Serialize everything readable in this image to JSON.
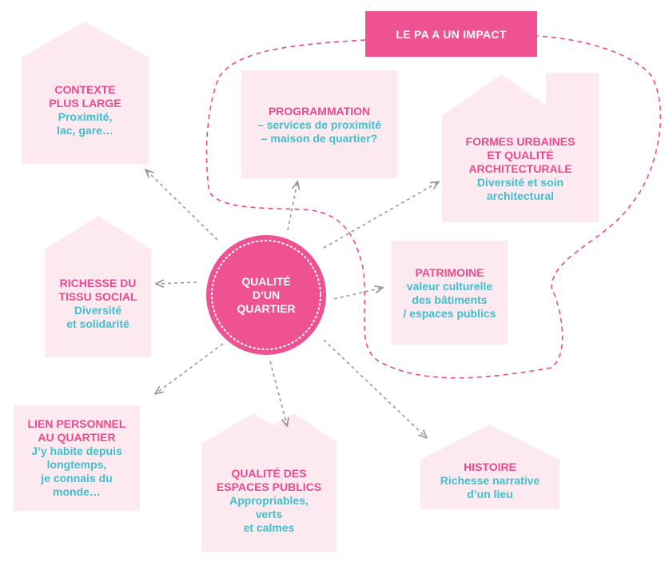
{
  "impact_label": "LE PA A UN IMPACT",
  "center": {
    "label": "QUALITÉ\nD’UN\nQUARTIER"
  },
  "nodes": {
    "contexte": {
      "title": "CONTEXTE\nPLUS LARGE",
      "subtitle": "Proximité,\nlac, gare…"
    },
    "programmation": {
      "title": "PROGRAMMATION",
      "subtitle": "– services de proximité\n– maison de quartier?"
    },
    "formes": {
      "title": "FORMES URBAINES\nET QUALITÉ\nARCHITECTURALE",
      "subtitle": "Diversité et soin\narchitectural"
    },
    "patrimoine": {
      "title": "PATRIMOINE",
      "subtitle": "valeur culturelle\ndes bâtiments\n/ espaces publics"
    },
    "richesse": {
      "title": "RICHESSE DU\nTISSU SOCIAL",
      "subtitle": "Diversité\net solidarité"
    },
    "lien": {
      "title": "LIEN PERSONNEL\nAU QUARTIER",
      "subtitle": "J’y habite depuis\nlongtemps,\nje connais du\nmonde…"
    },
    "espaces": {
      "title": "QUALITÉ DES\nESPACES PUBLICS",
      "subtitle": "Appropriables,\nverts\net calmes"
    },
    "histoire": {
      "title": "HISTOIRE",
      "subtitle": "Richesse narrative\nd’un lieu"
    }
  },
  "colors": {
    "pink": "#ea4b8e",
    "pink_fill": "#fde9f0",
    "cyan": "#3fc0cc",
    "arrow_gray": "#9a9a9a"
  }
}
